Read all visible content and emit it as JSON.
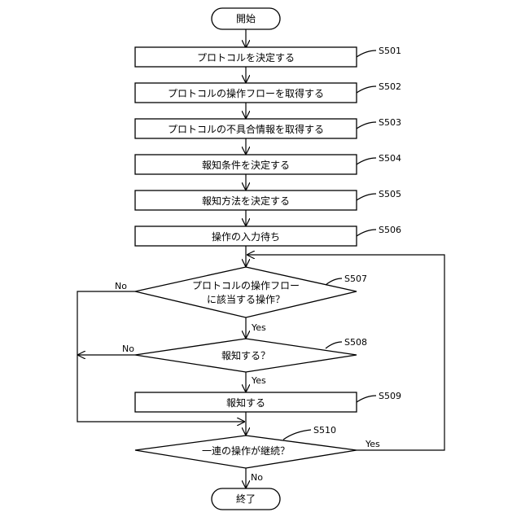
{
  "start": "開始",
  "end": "終了",
  "steps": [
    {
      "id": "S501",
      "text": "プロトコルを決定する"
    },
    {
      "id": "S502",
      "text": "プロトコルの操作フローを取得する"
    },
    {
      "id": "S503",
      "text": "プロトコルの不具合情報を取得する"
    },
    {
      "id": "S504",
      "text": "報知条件を決定する"
    },
    {
      "id": "S505",
      "text": "報知方法を決定する"
    },
    {
      "id": "S506",
      "text": "操作の入力待ち"
    },
    {
      "id": "S509",
      "text": "報知する"
    }
  ],
  "decisions": [
    {
      "id": "S507",
      "line1": "プロトコルの操作フロー",
      "line2": "に該当する操作？",
      "yes": "Yes",
      "no": "No"
    },
    {
      "id": "S508",
      "text": "報知する？",
      "yes": "Yes",
      "no": "No"
    },
    {
      "id": "S510",
      "text": "一連の操作が継続？",
      "yes": "Yes",
      "no": "No"
    }
  ]
}
